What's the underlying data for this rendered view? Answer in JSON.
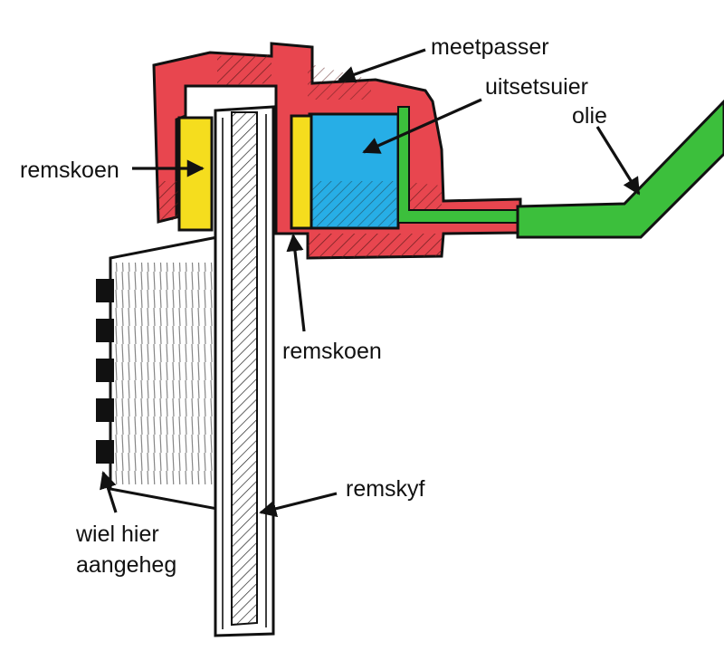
{
  "labels": {
    "caliper": "meetpasser",
    "piston": "uitsetsuier",
    "oil": "olie",
    "pad_left": "remskoen",
    "pad_right": "remskoen",
    "disc": "remskyf",
    "wheel_line1": "wiel hier",
    "wheel_line2": "aangeheg"
  },
  "colors": {
    "caliper": "#e8464f",
    "piston": "#27aee6",
    "oil": "#3cbf3c",
    "pad": "#f5dd1e",
    "outline": "#111111",
    "background": "#ffffff"
  }
}
